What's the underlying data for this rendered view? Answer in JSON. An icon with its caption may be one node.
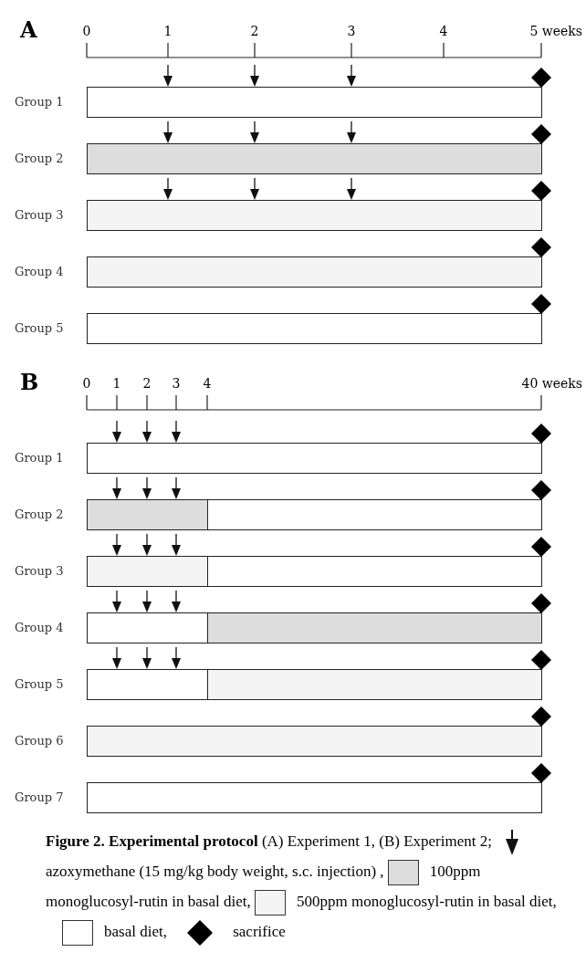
{
  "diagram": {
    "caption": "**Figure 2. Experimental protocol** (A) Experiment 1, (B) Experiment 2;",
    "nodes": [
      {
        "text": [
          "Group 1"
        ]
      },
      {
        "text": [
          "Group 2"
        ]
      },
      {
        "text": [
          "Group 3"
        ]
      },
      {
        "text": [
          "Group 4"
        ]
      },
      {
        "text": [
          "Group 5"
        ]
      },
      {
        "text": [
          "Group 1"
        ]
      },
      {
        "text": [
          "Group 2"
        ]
      },
      {
        "text": [
          "Group 3"
        ]
      },
      {
        "text": [
          "Group 4"
        ]
      },
      {
        "text": [
          "Group 5"
        ]
      },
      {
        "text": [
          "Group 6"
        ]
      },
      {
        "text": [
          "Group 7"
        ]
      }
    ],
    "edges": [],
    "labels": [
      "A",
      "0",
      "1",
      "2",
      "3",
      "4",
      "5 weeks",
      "B",
      "0",
      "1",
      "2",
      "3",
      "4",
      "40 weeks"
    ],
    "legend": [
      {
        "text": "azoxymethane (15 mg/kg body weight, s.c. injection) ,"
      },
      {
        "text": "100ppm monoglucosyl-rutin in basal diet,",
        "color": "#dddddd"
      },
      {
        "text": "500ppm monoglucosyl-rutin in basal diet,",
        "color": "#f4f4f4"
      },
      {
        "text": "basal diet,",
        "color": "#ffffff"
      },
      {
        "text": "sacrifice"
      }
    ]
  }
}
